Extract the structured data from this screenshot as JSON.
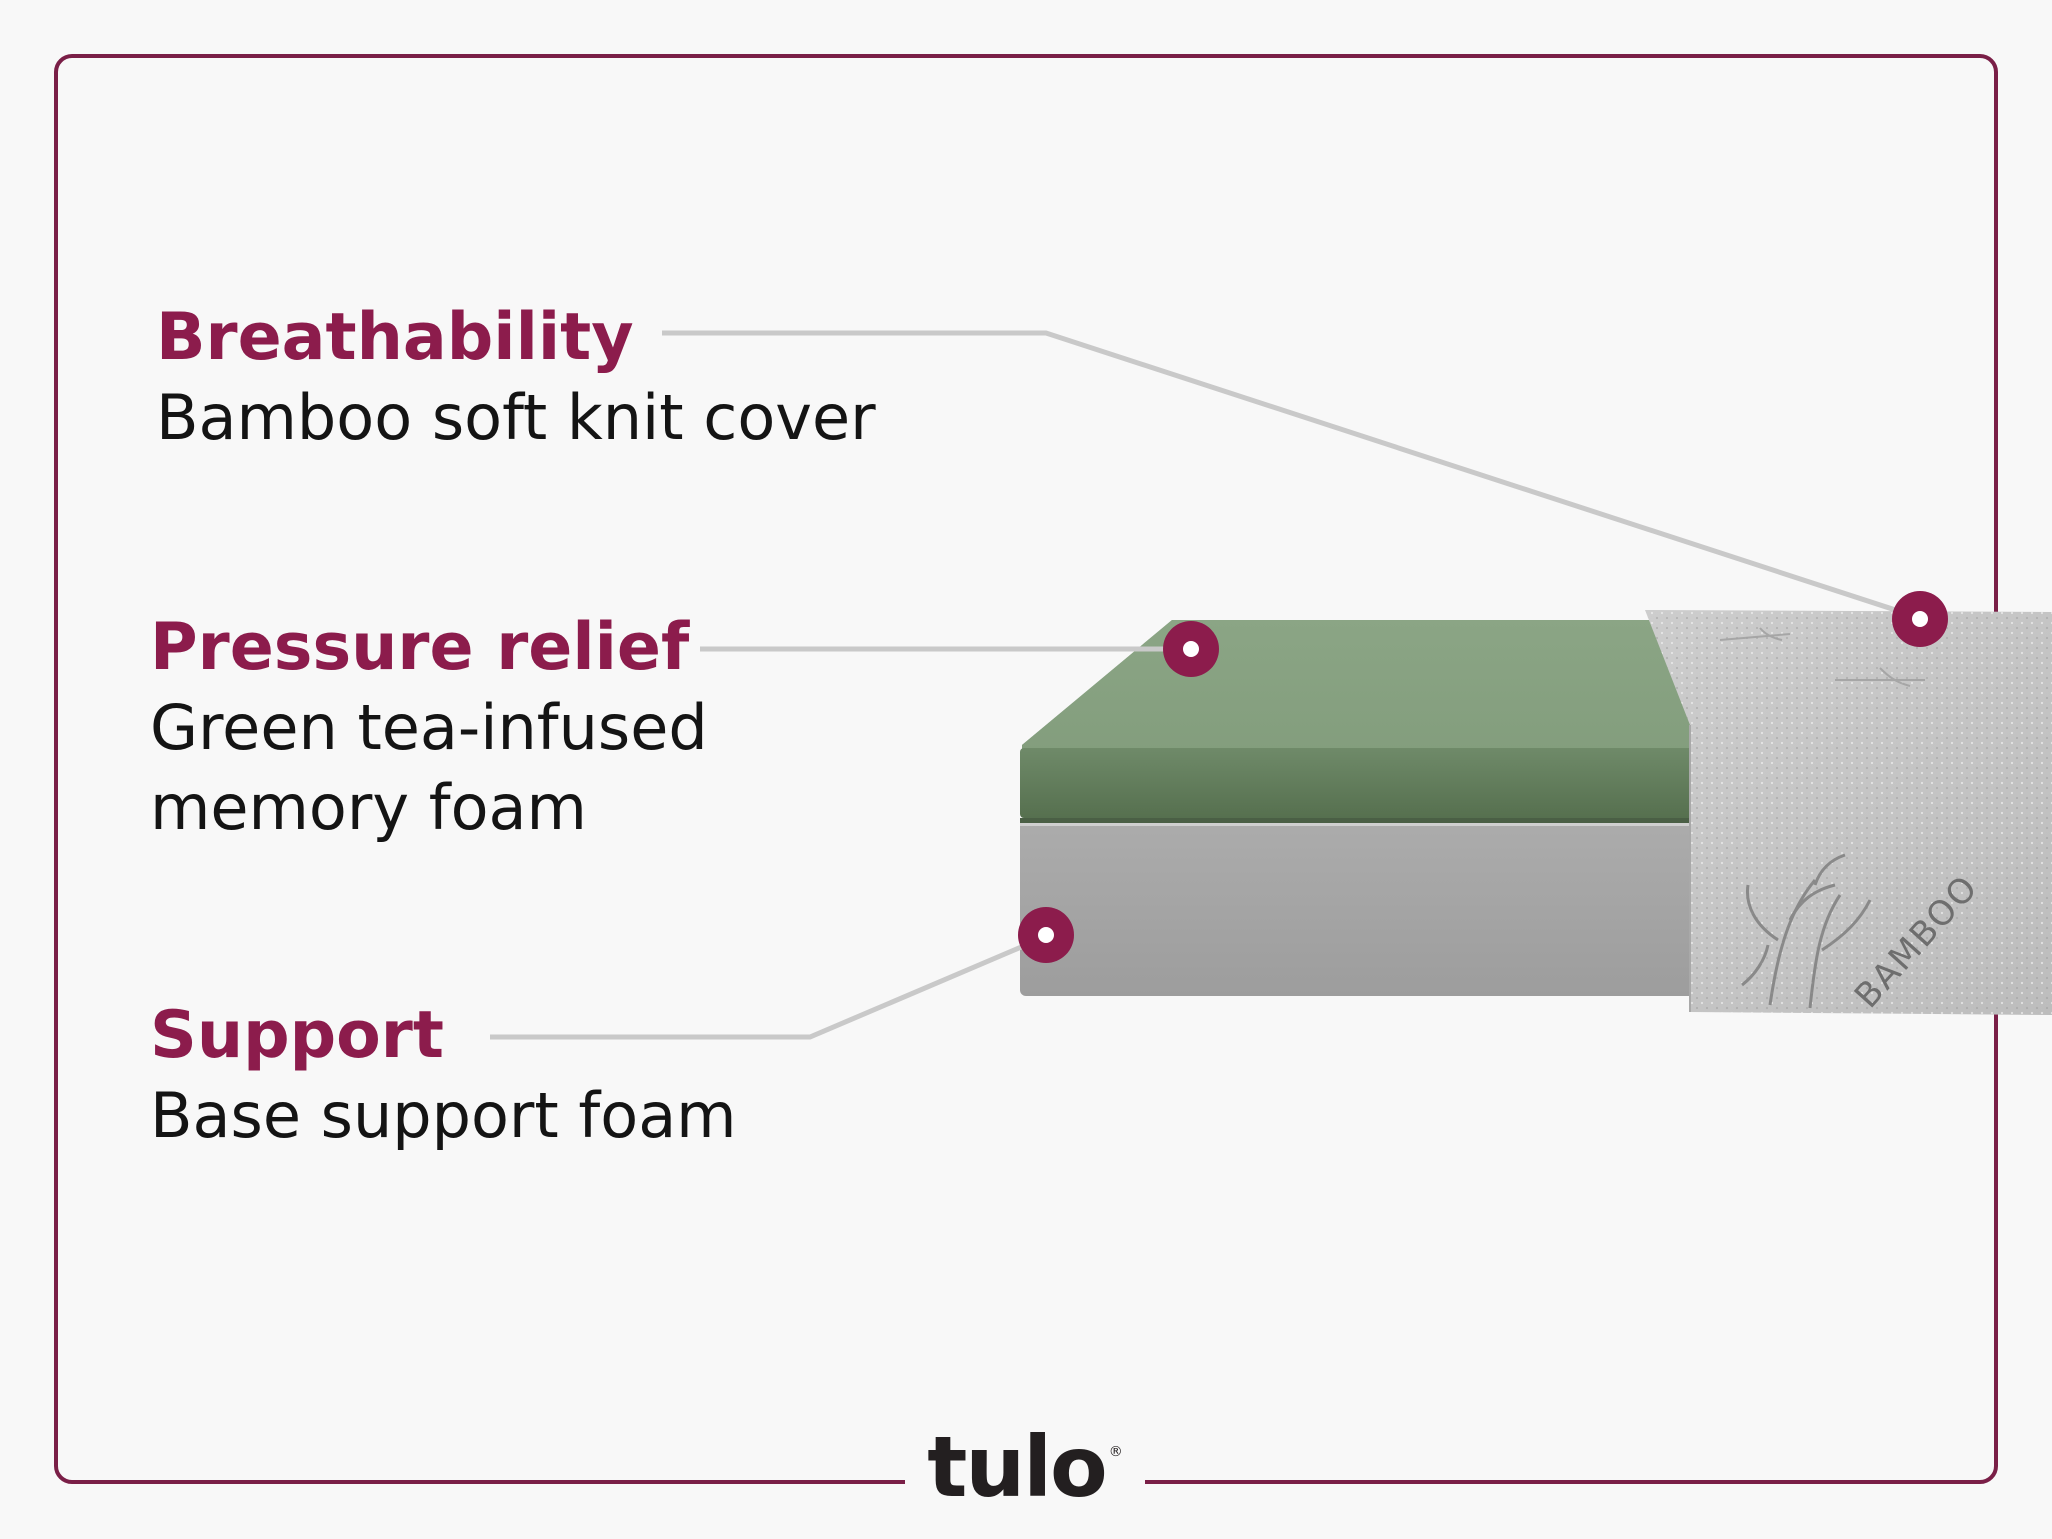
{
  "features": {
    "breathability": {
      "title": "Breathability",
      "description": "Bamboo soft knit cover"
    },
    "pressure": {
      "title": "Pressure relief",
      "description": "Green tea-infused memory foam"
    },
    "support": {
      "title": "Support",
      "description": "Base support foam"
    }
  },
  "cover_print": "BAMBOO",
  "brand": {
    "logo": "tulo",
    "registered": "®"
  },
  "colors": {
    "accent": "#8c1c4c",
    "frame": "#7a1f47",
    "green_foam": "#6f8a69",
    "gray_foam": "#a6a6a6",
    "cover": "#c4c4c4",
    "leader_line": "#c9c9c9"
  }
}
